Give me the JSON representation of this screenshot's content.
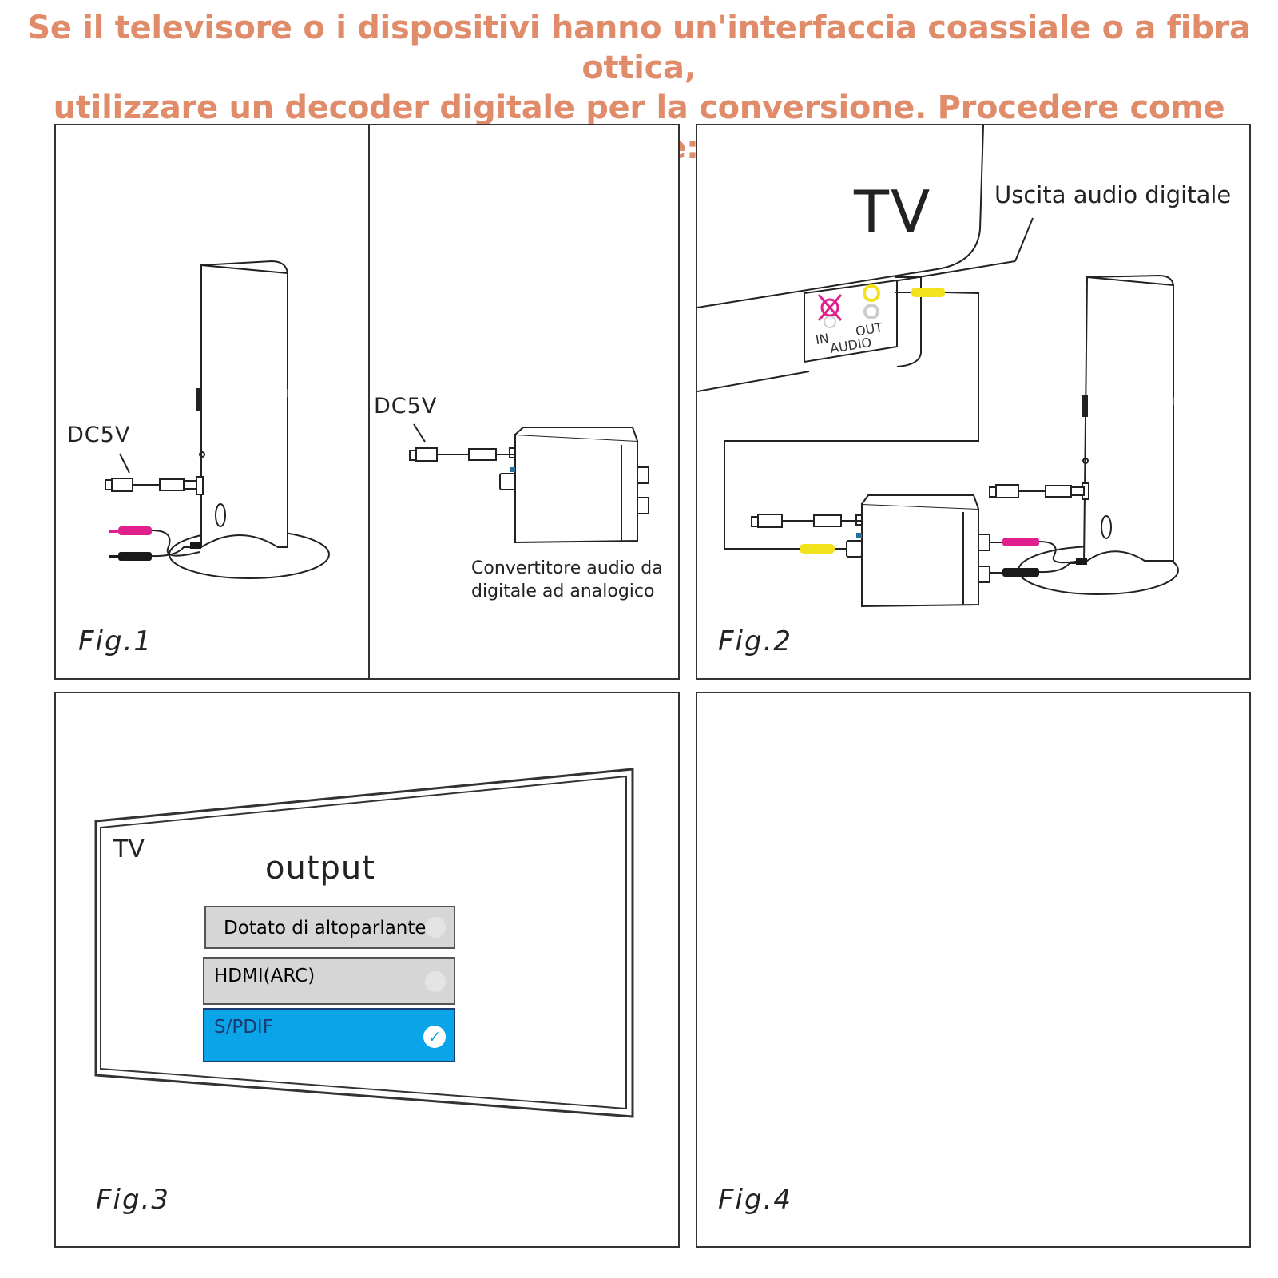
{
  "header": {
    "line1": "Se il televisore o i dispositivi hanno un'interfaccia coassiale o a fibra ottica,",
    "line2": "utilizzare un decoder digitale per la conversione. Procedere come segue:"
  },
  "fig1": {
    "caption": "Fig.1",
    "dc_left": "DC5V",
    "dc_right": "DC5V",
    "converter_label_1": "Convertitore audio da",
    "converter_label_2": "digitale ad analogico"
  },
  "fig2": {
    "caption": "Fig.2",
    "tv_label": "TV",
    "output_label": "Uscita audio digitale",
    "port_in": "IN",
    "port_out": "OUT",
    "port_audio": "AUDIO"
  },
  "fig3": {
    "caption": "Fig.3",
    "tv_label": "TV",
    "menu_title": "output",
    "options": [
      {
        "label": "Dotato di altoparlante",
        "selected": false
      },
      {
        "label": "HDMI(ARC)",
        "selected": false
      },
      {
        "label": "S/PDIF",
        "selected": true
      }
    ]
  },
  "fig4": {
    "caption": "Fig.4"
  },
  "colors": {
    "headline": "#e08c6a",
    "selected_option": "#0aa4e8",
    "option_bg": "#d6d6d6",
    "rca_pink": "#e0208c",
    "rca_yellow": "#f2e21c",
    "rca_black": "#1a1a1a"
  }
}
